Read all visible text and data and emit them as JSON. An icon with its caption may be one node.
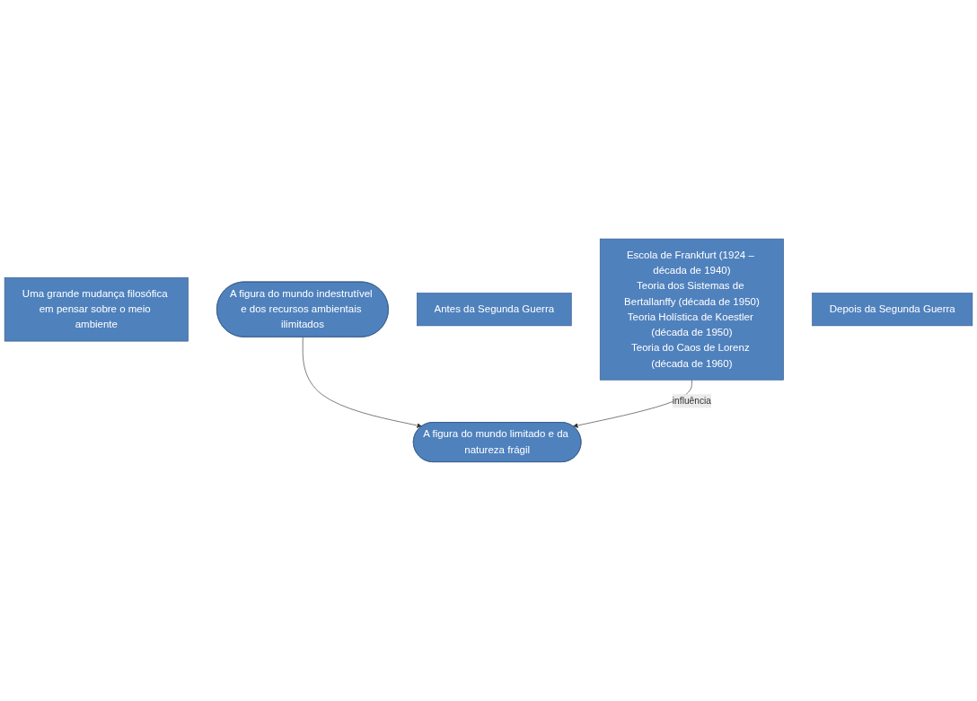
{
  "diagram": {
    "nodes": [
      {
        "text": [
          "Uma grande mudança filosófica em pensar sobre o meio ambiente"
        ]
      },
      {
        "text": [
          "Escola de Frankfurt (1924 – década de 1940)",
          "Teoria dos Sistemas de Bertallanffy (década de 1950)",
          "Teoria Holística de Koestler (década de 1950)",
          "Teoria do Caos de Lorenz (década de 1960)"
        ]
      },
      {
        "text": [
          "Antes da Segunda Guerra"
        ]
      },
      {
        "text": [
          "A figura do mundo indestrutível e dos recursos ambientais ilimitados"
        ]
      },
      {
        "text": [
          "Depois da Segunda Guerra"
        ]
      },
      {
        "text": [
          "A figura do mundo limitado e da natureza frágil"
        ]
      }
    ],
    "edges": [
      {
        "from": 3,
        "to": 5,
        "arrow": "to"
      },
      {
        "from": 1,
        "to": 5,
        "arrow": "to",
        "label": "influência"
      }
    ]
  }
}
